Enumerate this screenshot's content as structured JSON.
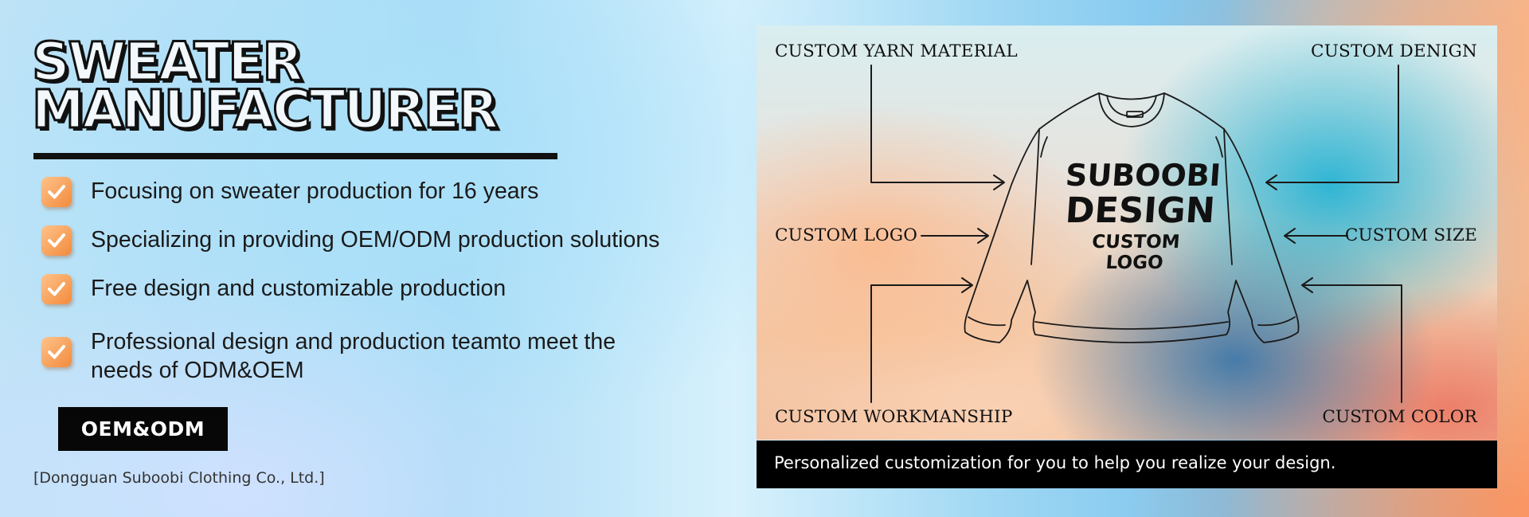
{
  "title": {
    "line1": "SWEATER",
    "line2": "MANUFACTURER"
  },
  "features": [
    {
      "icon": "check-icon",
      "text": "Focusing on sweater production for 16 years"
    },
    {
      "icon": "check-icon",
      "text": "Specializing in providing OEM/ODM production solutions"
    },
    {
      "icon": "check-icon",
      "text": "Free design and customizable production"
    },
    {
      "icon": "check-icon",
      "text": "Professional design and production teamto meet the needs of ODM&OEM"
    }
  ],
  "badge": "OEM&ODM",
  "company": "[Dongguan Suboobi Clothing Co., Ltd.]",
  "card": {
    "labels": {
      "yarn": "CUSTOM YARN MATERIAL",
      "denign": "CUSTOM DENIGN",
      "logo": "CUSTOM LOGO",
      "size": "CUSTOM SIZE",
      "workmanship": "CUSTOM WORKMANSHIP",
      "color": "CUSTOM COLOR"
    },
    "sweater_print": {
      "line1": "SUBOOBI",
      "line2": "DESIGN",
      "line3": "CUSTOM LOGO"
    },
    "footer": "Personalized customization for you to help you realize your design."
  },
  "colors": {
    "check_bg": "#f28a3c",
    "badge_bg": "#070707",
    "footer_bg": "#000000"
  }
}
